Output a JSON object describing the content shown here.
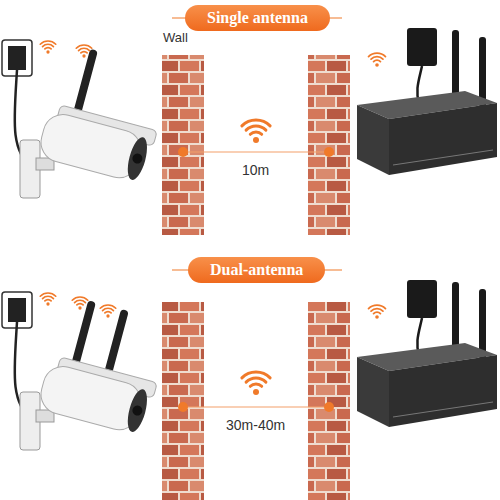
{
  "diagram": {
    "nodes": [
      {
        "text": [
          "Single antenna"
        ]
      },
      {
        "text": [
          "Dual-antenna"
        ]
      }
    ],
    "labels": [
      "Wall",
      "10m",
      "30m-40m"
    ]
  }
}
